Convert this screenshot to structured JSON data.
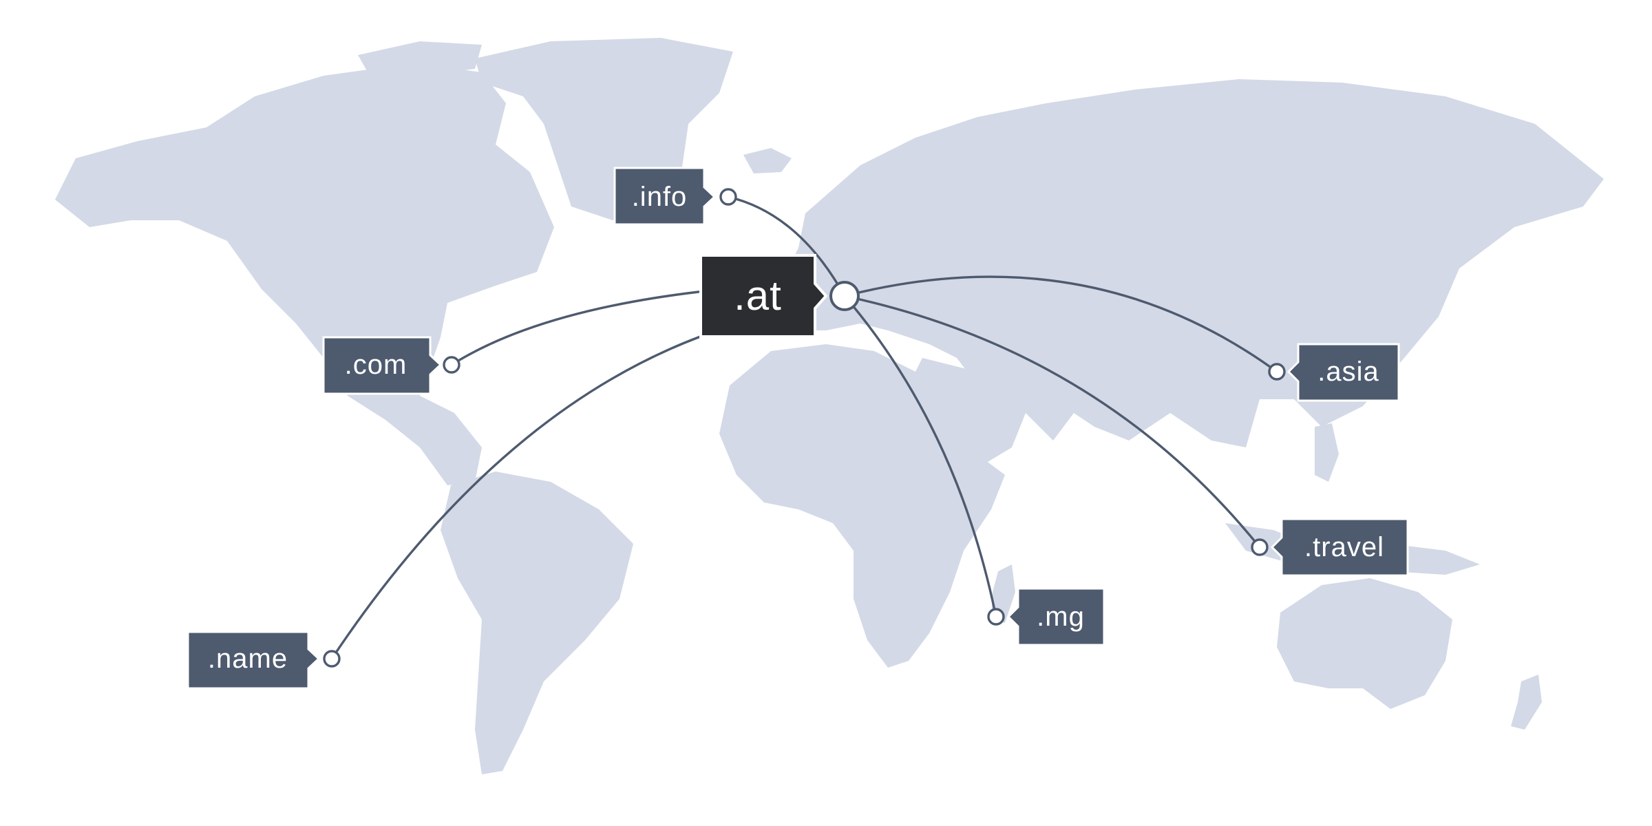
{
  "hub": {
    "label": ".at"
  },
  "destinations": [
    {
      "id": "info",
      "label": ".info"
    },
    {
      "id": "com",
      "label": ".com"
    },
    {
      "id": "name",
      "label": ".name"
    },
    {
      "id": "asia",
      "label": ".asia"
    },
    {
      "id": "travel",
      "label": ".travel"
    },
    {
      "id": "mg",
      "label": ".mg"
    }
  ],
  "colors": {
    "land": "#d3d9e6",
    "route": "#4e5a6e",
    "label_bg": "#4e5a6e",
    "hub_label_bg": "#2b2d31",
    "background": "#ffffff"
  }
}
